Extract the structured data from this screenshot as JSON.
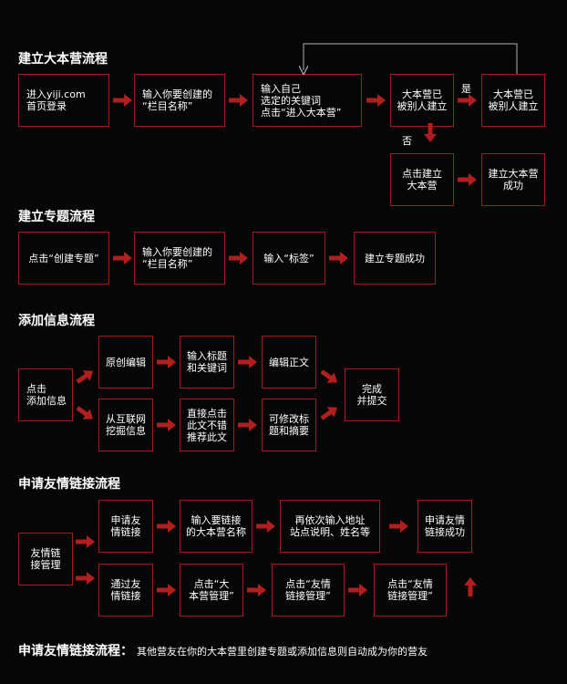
{
  "colors": {
    "background": "#060606",
    "border": "#a01c1c",
    "arrow": "#b01e1e",
    "text": "#ffffff"
  },
  "section1": {
    "title": "建立大本营流程",
    "step1": "进入yiji.com\n首页登录",
    "step2": "输入你要创建的\n“栏目名称”",
    "step3": "输入自己\n选定的关键词\n点击“进入大本营”",
    "step4": "大本营已\n被别人建立",
    "step5": "大本营已\n被别人建立",
    "yes_label": "是",
    "no_label": "否",
    "step6": "点击建立\n大本营",
    "step7": "建立大本营\n成功"
  },
  "section2": {
    "title": "建立专题流程",
    "step1": "点击“创建专题”",
    "step2": "输入你要创建的\n“栏目名称”",
    "step3": "输入“标签”",
    "step4": "建立专题成功"
  },
  "section3": {
    "title": "添加信息流程",
    "start": "点击\n添加信息",
    "top1": "原创编辑",
    "top2": "输入标题\n和关键词",
    "top3": "编辑正文",
    "bottom1": "从互联网\n挖掘信息",
    "bottom2": "直接点击\n此文不错\n推荐此文",
    "bottom3": "可修改标\n题和摘要",
    "end": "完成\n并提交"
  },
  "section4": {
    "title": "申请友情链接流程",
    "start": "友情链\n接管理",
    "top1": "申请友\n情链接",
    "top2": "输入要链接\n的大本营名称",
    "top3": "再依次输入地址\n站点说明、姓名等",
    "top4": "申请友情\n链接成功",
    "bottom1": "通过友\n情链接",
    "bottom2": "点击“大\n本营管理”",
    "bottom3": "点击“友情\n链接管理”",
    "bottom4": "点击“友情\n链接管理”"
  },
  "footer": {
    "title": "申请友情链接流程：",
    "text": "其他营友在你的大本营里创建专题或添加信息则自动成为你的营友"
  }
}
